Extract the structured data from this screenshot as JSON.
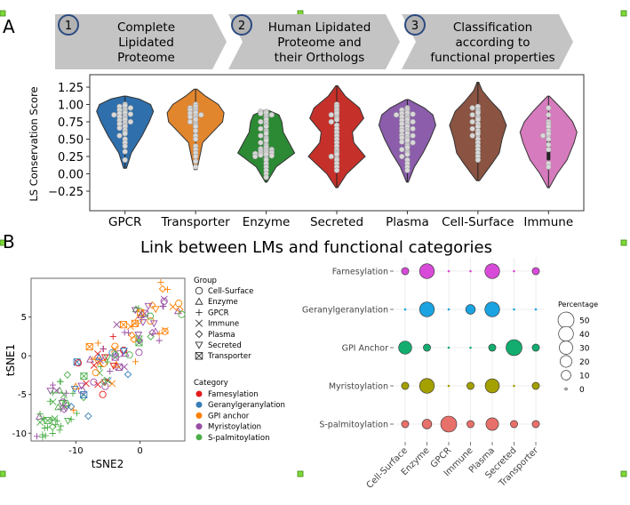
{
  "panel_a": {
    "label": "A",
    "steps": [
      {
        "num": "1",
        "lines": [
          "Complete",
          "Lipidated",
          "Proteome"
        ]
      },
      {
        "num": "2",
        "lines": [
          "Human Lipidated",
          "Proteome and",
          "their Orthologs"
        ]
      },
      {
        "num": "3",
        "lines": [
          "Classification",
          "according to",
          "functional properties"
        ]
      }
    ]
  },
  "panel_b": {
    "label": "B",
    "title": "Link between LMs and functional categories"
  },
  "chart_data": [
    {
      "type": "violin",
      "ylabel": "LS Conservation Score",
      "ylim": [
        -0.25,
        1.25
      ],
      "yticks": [
        "1.25",
        "1.00",
        "0.75",
        "0.50",
        "0.25",
        "0.00",
        "−0.25"
      ],
      "ytick_values": [
        1.25,
        1.0,
        0.75,
        0.5,
        0.25,
        0.0,
        -0.25
      ],
      "categories": [
        "GPCR",
        "Transporter",
        "Enzyme",
        "Secreted",
        "Plasma",
        "Cell-Surface",
        "Immune"
      ],
      "colors": [
        "#2f6fab",
        "#e2862e",
        "#2c8a34",
        "#c5312a",
        "#8b5dab",
        "#8a5342",
        "#d67bbd"
      ],
      "series": [
        {
          "min": 0.08,
          "max": 1.12,
          "q1": 0.55,
          "median": 0.75,
          "q3": 0.87,
          "profile": [
            [
              0.08,
              0.05
            ],
            [
              0.3,
              0.22
            ],
            [
              0.55,
              0.6
            ],
            [
              0.75,
              0.85
            ],
            [
              0.9,
              1.0
            ],
            [
              1.0,
              0.9
            ],
            [
              1.08,
              0.5
            ],
            [
              1.12,
              0.05
            ]
          ],
          "points": [
            1.0,
            0.98,
            0.97,
            0.95,
            0.93,
            0.92,
            0.9,
            0.88,
            0.87,
            0.86,
            0.85,
            0.83,
            0.82,
            0.8,
            0.78,
            0.77,
            0.75,
            0.73,
            0.72,
            0.7,
            0.68,
            0.66,
            0.63,
            0.6,
            0.58,
            0.55,
            0.5,
            0.45,
            0.4,
            0.32,
            0.2
          ]
        },
        {
          "min": 0.06,
          "max": 1.22,
          "q1": 0.55,
          "median": 0.72,
          "q3": 0.9,
          "profile": [
            [
              0.06,
              0.05
            ],
            [
              0.25,
              0.15
            ],
            [
              0.45,
              0.25
            ],
            [
              0.6,
              0.6
            ],
            [
              0.75,
              0.95
            ],
            [
              0.88,
              1.0
            ],
            [
              1.0,
              0.8
            ],
            [
              1.12,
              0.35
            ],
            [
              1.22,
              0.05
            ]
          ],
          "points": [
            1.0,
            0.97,
            0.95,
            0.93,
            0.92,
            0.9,
            0.88,
            0.87,
            0.85,
            0.83,
            0.82,
            0.8,
            0.78,
            0.75,
            0.72,
            0.7,
            0.68,
            0.62,
            0.55,
            0.5,
            0.4,
            0.35,
            0.3,
            0.25,
            0.18,
            0.1
          ]
        },
        {
          "min": -0.12,
          "max": 0.92,
          "q1": 0.3,
          "median": 0.4,
          "q3": 0.58,
          "profile": [
            [
              -0.12,
              0.03
            ],
            [
              0.1,
              0.35
            ],
            [
              0.3,
              1.0
            ],
            [
              0.45,
              0.8
            ],
            [
              0.6,
              0.6
            ],
            [
              0.75,
              0.55
            ],
            [
              0.85,
              0.45
            ],
            [
              0.92,
              0.05
            ]
          ],
          "points": [
            0.9,
            0.9,
            0.88,
            0.87,
            0.85,
            0.83,
            0.8,
            0.78,
            0.75,
            0.73,
            0.7,
            0.68,
            0.65,
            0.62,
            0.6,
            0.58,
            0.55,
            0.52,
            0.5,
            0.48,
            0.45,
            0.42,
            0.4,
            0.38,
            0.36,
            0.35,
            0.34,
            0.33,
            0.32,
            0.31,
            0.3,
            0.3,
            0.29,
            0.28,
            0.27,
            0.26,
            0.25,
            0.22,
            0.2,
            0.15,
            0.1,
            0.05,
            0.0,
            -0.05
          ]
        },
        {
          "min": -0.2,
          "max": 1.27,
          "q1": 0.3,
          "median": 0.5,
          "q3": 0.8,
          "profile": [
            [
              -0.2,
              0.03
            ],
            [
              0.0,
              0.35
            ],
            [
              0.25,
              1.0
            ],
            [
              0.45,
              0.6
            ],
            [
              0.6,
              0.55
            ],
            [
              0.8,
              0.95
            ],
            [
              0.95,
              0.8
            ],
            [
              1.12,
              0.3
            ],
            [
              1.27,
              0.03
            ]
          ],
          "points": [
            1.0,
            0.97,
            0.93,
            0.9,
            0.87,
            0.85,
            0.82,
            0.8,
            0.78,
            0.75,
            0.7,
            0.65,
            0.6,
            0.55,
            0.5,
            0.45,
            0.4,
            0.35,
            0.32,
            0.3,
            0.28,
            0.25,
            0.22,
            0.2,
            0.15,
            0.1,
            0.05
          ]
        },
        {
          "min": -0.12,
          "max": 1.07,
          "q1": 0.4,
          "median": 0.55,
          "q3": 0.72,
          "profile": [
            [
              -0.12,
              0.03
            ],
            [
              0.1,
              0.25
            ],
            [
              0.3,
              0.55
            ],
            [
              0.5,
              0.8
            ],
            [
              0.7,
              1.0
            ],
            [
              0.85,
              0.9
            ],
            [
              0.95,
              0.6
            ],
            [
              1.07,
              0.05
            ]
          ],
          "points": [
            0.95,
            0.93,
            0.92,
            0.9,
            0.88,
            0.87,
            0.86,
            0.85,
            0.83,
            0.82,
            0.8,
            0.78,
            0.77,
            0.75,
            0.73,
            0.72,
            0.7,
            0.68,
            0.66,
            0.65,
            0.63,
            0.62,
            0.6,
            0.58,
            0.56,
            0.55,
            0.53,
            0.52,
            0.5,
            0.48,
            0.46,
            0.45,
            0.42,
            0.4,
            0.38,
            0.35,
            0.32,
            0.3,
            0.28,
            0.25,
            0.2,
            0.15,
            0.1,
            0.05
          ]
        },
        {
          "min": -0.1,
          "max": 1.32,
          "q1": 0.3,
          "median": 0.55,
          "q3": 0.8,
          "profile": [
            [
              -0.1,
              0.05
            ],
            [
              0.15,
              0.5
            ],
            [
              0.3,
              0.75
            ],
            [
              0.5,
              0.85
            ],
            [
              0.7,
              1.0
            ],
            [
              0.9,
              0.8
            ],
            [
              1.05,
              0.45
            ],
            [
              1.2,
              0.15
            ],
            [
              1.32,
              0.03
            ]
          ],
          "points": [
            0.97,
            0.95,
            0.92,
            0.9,
            0.88,
            0.85,
            0.82,
            0.8,
            0.78,
            0.75,
            0.72,
            0.68,
            0.65,
            0.62,
            0.58,
            0.55,
            0.5,
            0.45,
            0.4,
            0.35,
            0.3,
            0.25,
            0.2
          ]
        },
        {
          "min": -0.2,
          "max": 1.12,
          "q1": 0.2,
          "median": 0.55,
          "q3": 0.72,
          "profile": [
            [
              -0.2,
              0.03
            ],
            [
              0.0,
              0.3
            ],
            [
              0.2,
              0.65
            ],
            [
              0.45,
              0.9
            ],
            [
              0.6,
              1.0
            ],
            [
              0.75,
              0.85
            ],
            [
              0.9,
              0.55
            ],
            [
              1.05,
              0.2
            ],
            [
              1.12,
              0.03
            ]
          ],
          "points": [
            0.95,
            0.85,
            0.75,
            0.72,
            0.68,
            0.62,
            0.58,
            0.55,
            0.5,
            0.42,
            0.35,
            0.15,
            0.1
          ]
        }
      ]
    },
    {
      "type": "scatter",
      "xlabel": "tSNE2",
      "ylabel": "tSNE1",
      "xlim": [
        -17,
        7
      ],
      "ylim": [
        -11,
        10
      ],
      "xticks": [
        -10,
        0
      ],
      "yticks": [
        5,
        0,
        -5,
        -10
      ],
      "group_legend": {
        "title": "Group",
        "entries": [
          {
            "label": "Cell-Surface",
            "shape": "circle"
          },
          {
            "label": "Enzyme",
            "shape": "triangle"
          },
          {
            "label": "GPCR",
            "shape": "plus"
          },
          {
            "label": "Immune",
            "shape": "cross"
          },
          {
            "label": "Plasma",
            "shape": "diamond"
          },
          {
            "label": "Secreted",
            "shape": "triangle-down"
          },
          {
            "label": "Transporter",
            "shape": "boxx"
          }
        ]
      },
      "category_legend": {
        "title": "Category",
        "entries": [
          {
            "label": "Farnesylation",
            "color": "#e41a1c"
          },
          {
            "label": "Geranylgeranylation",
            "color": "#377eb8"
          },
          {
            "label": "GPI anchor",
            "color": "#ff7f00"
          },
          {
            "label": "Myristoylation",
            "color": "#984ea3"
          },
          {
            "label": "S-palmitoylation",
            "color": "#4daf4a"
          }
        ]
      }
    },
    {
      "type": "dot",
      "categories_x": [
        "Cell-Surface",
        "Enzyme",
        "GPCR",
        "Immune",
        "Plasma",
        "Secreted",
        "Transporter"
      ],
      "categories_y": [
        "Farnesylation",
        "Geranylgeranylation",
        "GPI Anchor",
        "Myristoylation",
        "S-palmitoylation"
      ],
      "row_colors": [
        "#d84bd8",
        "#1aa3e0",
        "#13ad70",
        "#a3a000",
        "#e8706a"
      ],
      "percentage": [
        [
          3,
          40,
          0,
          0,
          40,
          0,
          3
        ],
        [
          0,
          40,
          0,
          10,
          40,
          0,
          0
        ],
        [
          28,
          3,
          0,
          0,
          3,
          50,
          3
        ],
        [
          3,
          40,
          0,
          3,
          35,
          0,
          3
        ],
        [
          3,
          10,
          50,
          3,
          25,
          3,
          3
        ]
      ],
      "size_legend": {
        "title": "Percentage",
        "values": [
          50,
          40,
          30,
          20,
          10,
          0
        ]
      }
    }
  ]
}
